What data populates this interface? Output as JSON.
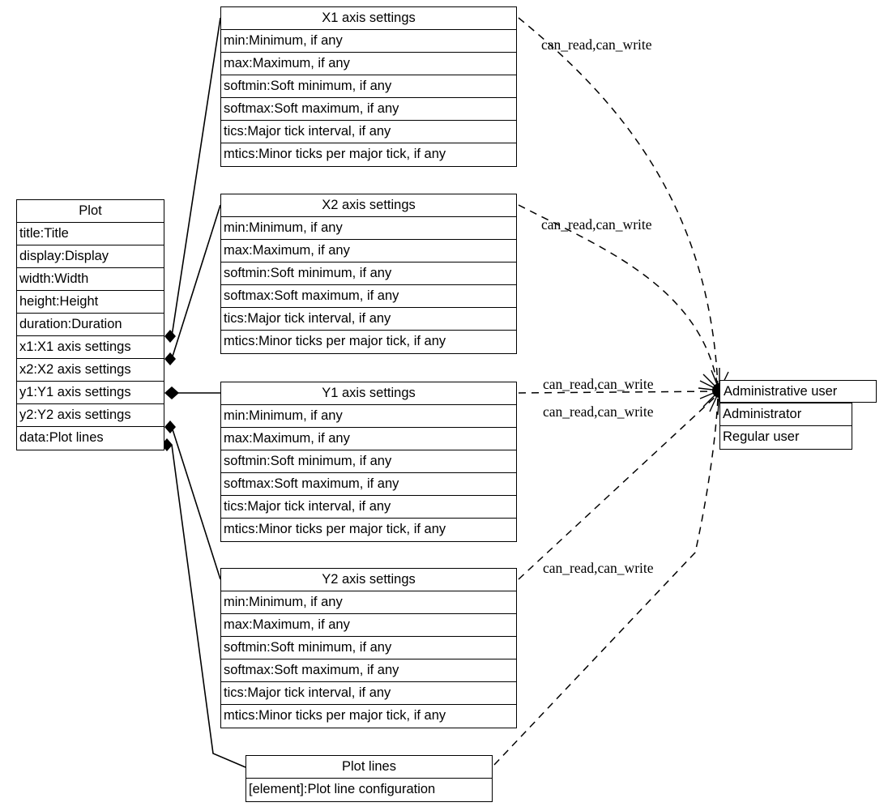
{
  "diagram": {
    "type": "uml-class-diagram",
    "background": "#ffffff",
    "line_color": "#000000"
  },
  "classes": {
    "plot": {
      "title": "Plot",
      "attributes": [
        "title:Title",
        "display:Display",
        "width:Width",
        "height:Height",
        "duration:Duration",
        "x1:X1 axis settings",
        "x2:X2 axis settings",
        "y1:Y1 axis settings",
        "y2:Y2 axis settings",
        "data:Plot lines"
      ]
    },
    "x1": {
      "title": "X1 axis settings",
      "attributes": [
        "min:Minimum, if any",
        "max:Maximum, if any",
        "softmin:Soft minimum, if any",
        "softmax:Soft maximum, if any",
        "tics:Major tick interval, if any",
        "mtics:Minor ticks per major tick, if any"
      ]
    },
    "x2": {
      "title": "X2 axis settings",
      "attributes": [
        "min:Minimum, if any",
        "max:Maximum, if any",
        "softmin:Soft minimum, if any",
        "softmax:Soft maximum, if any",
        "tics:Major tick interval, if any",
        "mtics:Minor ticks per major tick, if any"
      ]
    },
    "y1": {
      "title": "Y1 axis settings",
      "attributes": [
        "min:Minimum, if any",
        "max:Maximum, if any",
        "softmin:Soft minimum, if any",
        "softmax:Soft maximum, if any",
        "tics:Major tick interval, if any",
        "mtics:Minor ticks per major tick, if any"
      ]
    },
    "y2": {
      "title": "Y2 axis settings",
      "attributes": [
        "min:Minimum, if any",
        "max:Maximum, if any",
        "softmin:Soft minimum, if any",
        "softmax:Soft maximum, if any",
        "tics:Major tick interval, if any",
        "mtics:Minor ticks per major tick, if any"
      ]
    },
    "plot_lines": {
      "title": "Plot lines",
      "attributes": [
        "[element]:Plot line configuration"
      ]
    },
    "admin_user": {
      "title": "Administrative user",
      "attributes": [
        "Administrator",
        "Regular user"
      ]
    }
  },
  "edge_labels": {
    "x1_admin": "can_read,can_write",
    "x2_admin": "can_read,can_write",
    "y1_admin": "can_read,can_write",
    "y2_admin": "can_read,can_write",
    "lines_admin": "can_read,can_write"
  }
}
